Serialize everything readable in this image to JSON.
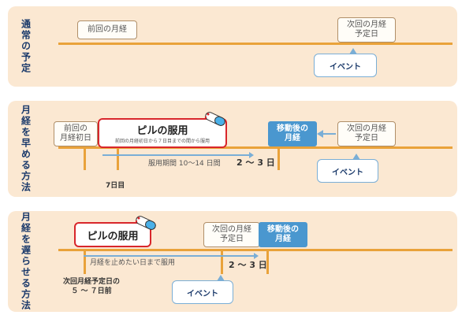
{
  "panels": [
    {
      "side_label": "通常の予定",
      "boxes": {
        "prev": "前回の月経",
        "next": "次回の月経\n予定日"
      },
      "event_label": "イベント"
    },
    {
      "side_label": "月経を早める方法",
      "boxes": {
        "prev": "前回の\n月経初日",
        "next": "次回の月経\n予定日",
        "moved": "移動後の\n月経"
      },
      "pill_title": "ピルの服用",
      "pill_sub": "前回の月経初日から７日目までの間から服用",
      "period_label": "服用期間 10～14 日間",
      "gap_label": "2 ～ 3 日",
      "day_label": "7日目",
      "event_label": "イベント"
    },
    {
      "side_label": "月経を遅らせる方法",
      "pill_title": "ピルの服用",
      "boxes": {
        "next": "次回の月経\n予定日",
        "moved": "移動後の\n月経"
      },
      "period_label": "月経を止めたい日まで服用",
      "gap_label": "2 ～ 3 日",
      "before_label": "次回月経予定日の\n５ ～ ７日前",
      "event_label": "イベント"
    }
  ]
}
